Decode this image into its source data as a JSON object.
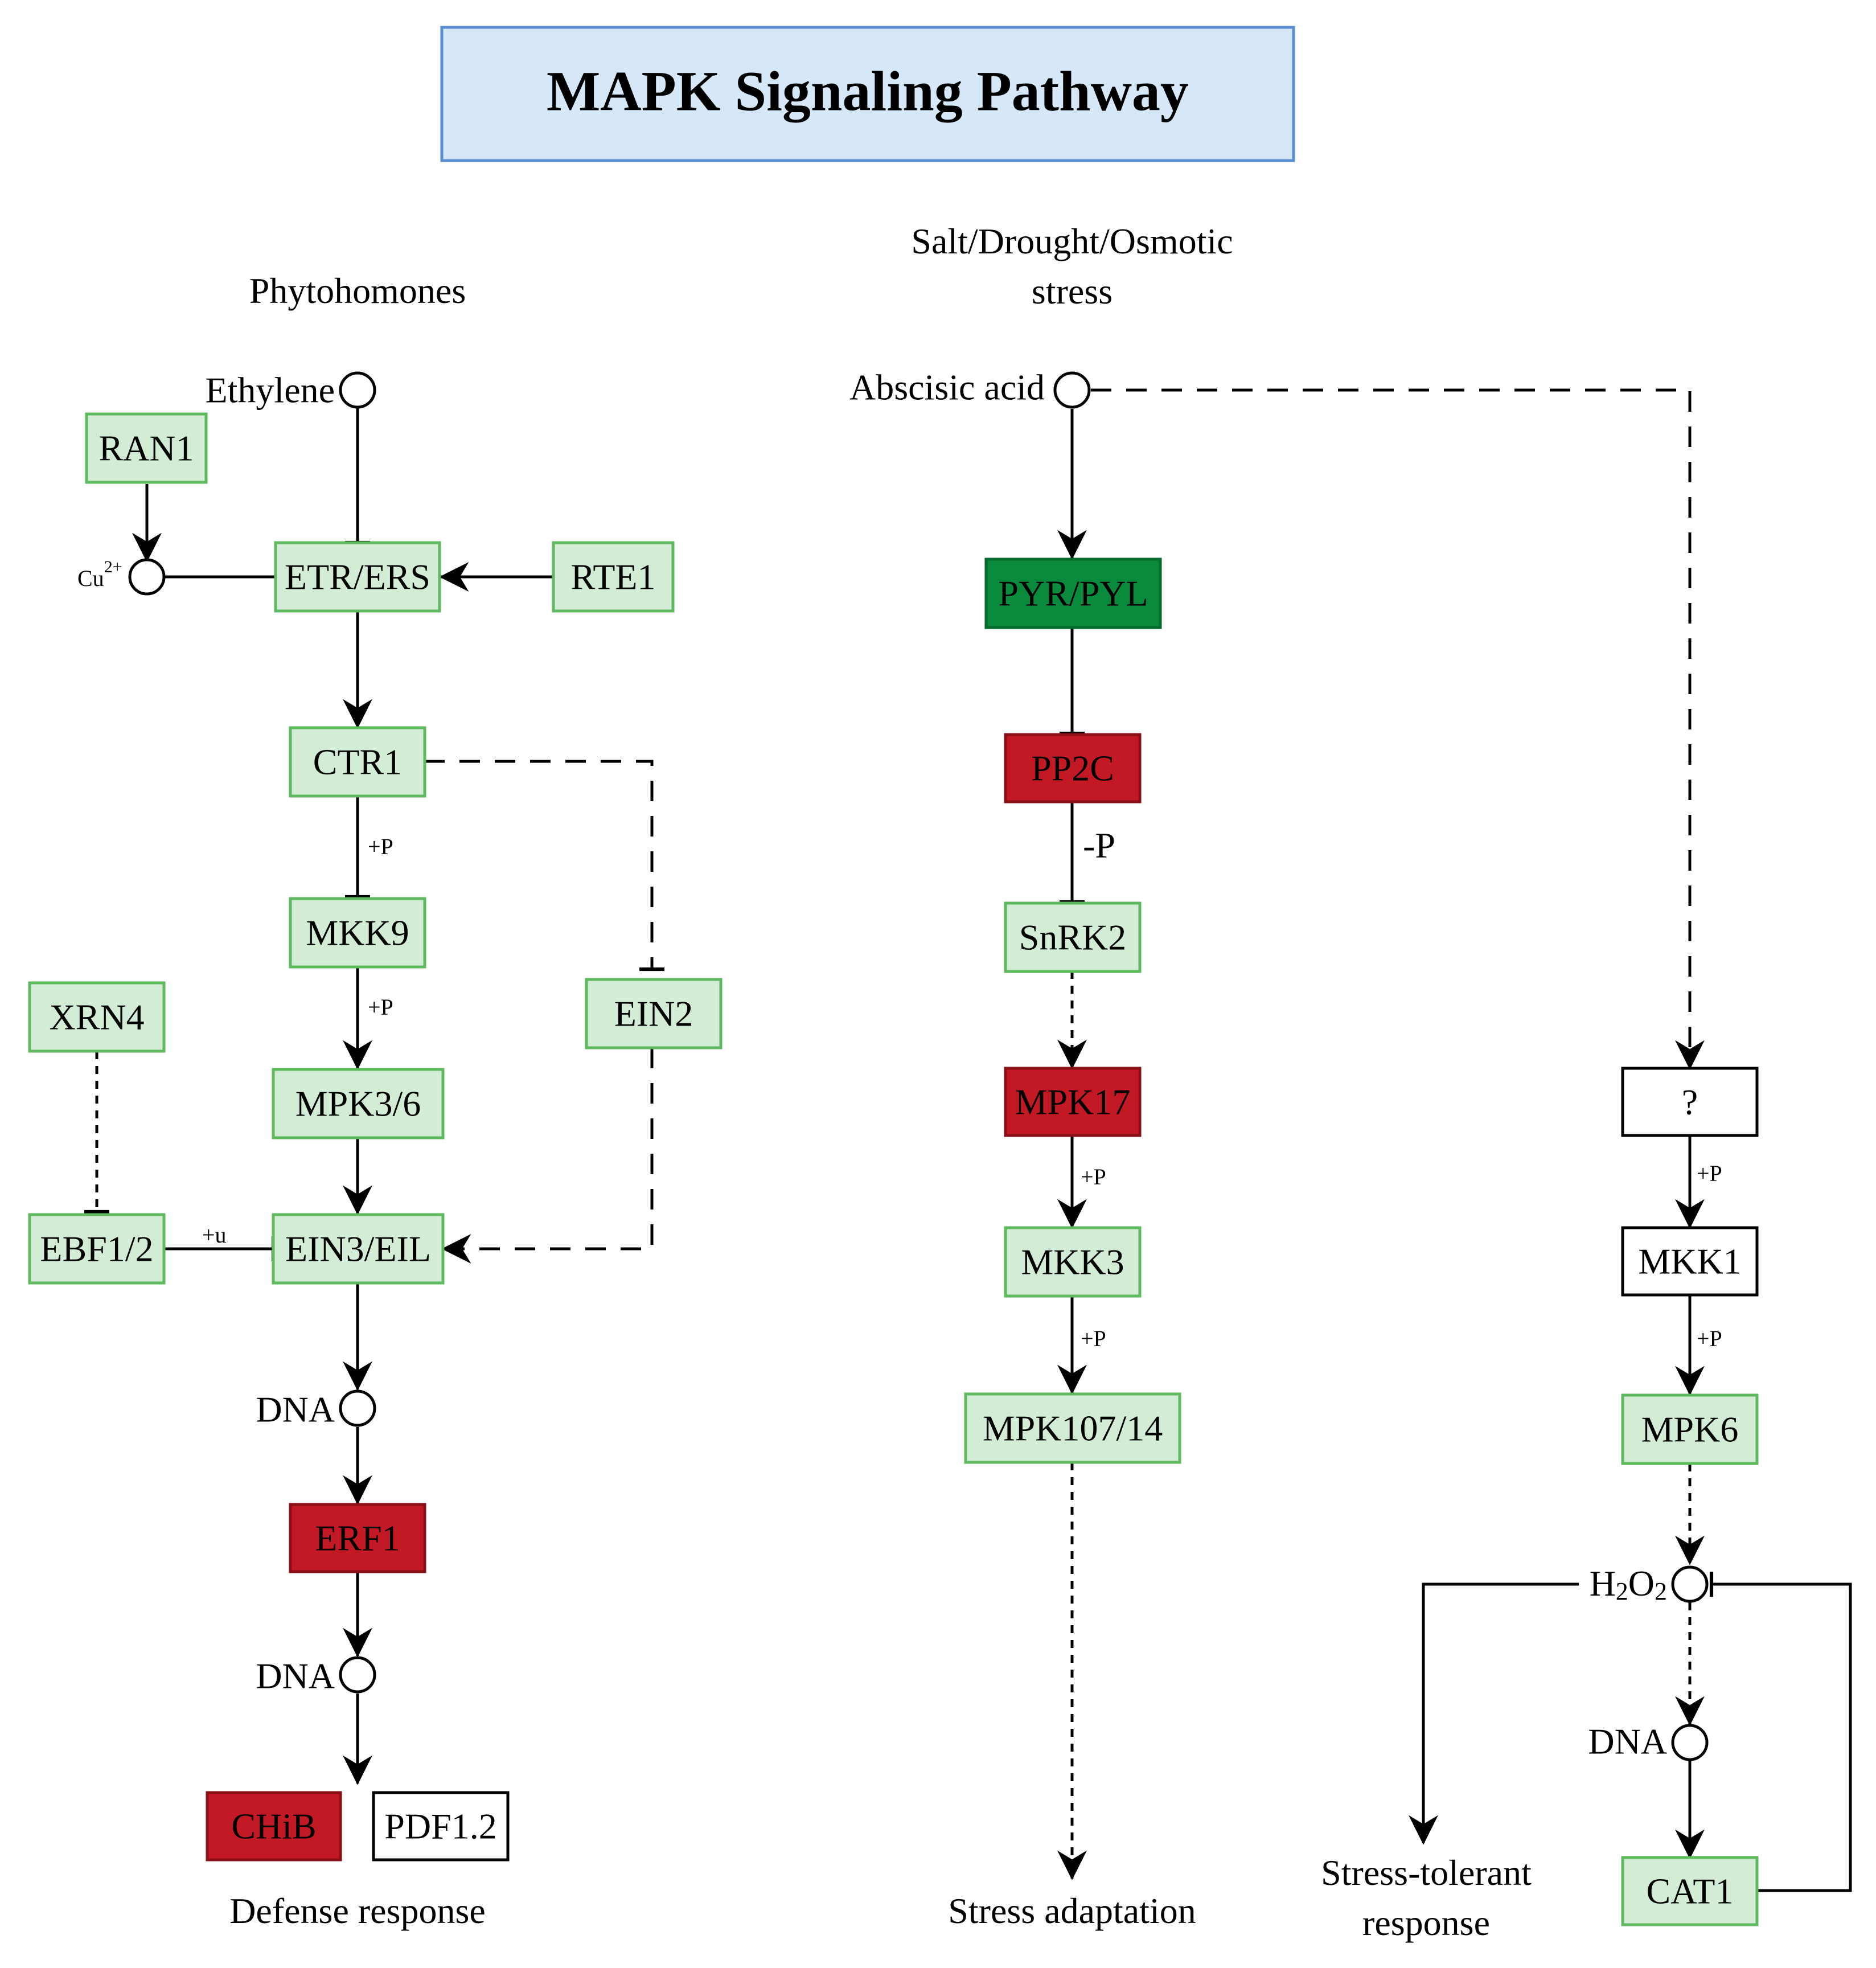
{
  "title": "MAPK Signaling Pathway",
  "colors": {
    "title_fill": "#d6e7f7",
    "title_stroke": "#5b8ed1",
    "light_green_fill": "#d3ecd6",
    "light_green_stroke": "#5fb95f",
    "dark_green": "#0a8a3c",
    "red": "#c21924",
    "red_stroke": "#8b0f17"
  },
  "stimuli": {
    "phytohormones": "Phytohomones",
    "salt_stress_line1": "Salt/Drought/Osmotic",
    "salt_stress_line2": "stress"
  },
  "compounds": {
    "ethylene": "Ethylene",
    "abscisic_acid": "Abscisic acid",
    "cu": "Cu",
    "cu_charge": "2+",
    "dna": "DNA",
    "h": "H",
    "o": "O",
    "sub2": "2"
  },
  "nodes": {
    "ran1": "RAN1",
    "etr_ers": "ETR/ERS",
    "rte1": "RTE1",
    "ctr1": "CTR1",
    "mkk9": "MKK9",
    "ein2": "EIN2",
    "xrn4": "XRN4",
    "mpk3_6": "MPK3/6",
    "ebf1_2": "EBF1/2",
    "ein3_eil": "EIN3/EIL",
    "erf1": "ERF1",
    "chib": "CHiB",
    "pdf1_2": "PDF1.2",
    "pyr_pyl": "PYR/PYL",
    "pp2c": "PP2C",
    "snrk2": "SnRK2",
    "mpk17": "MPK17",
    "mkk3": "MKK3",
    "mpk107_14": "MPK107/14",
    "unknown": "?",
    "mkk1": "MKK1",
    "mpk6": "MPK6",
    "cat1": "CAT1"
  },
  "edge_labels": {
    "plus_p": "+P",
    "minus_p": "-P",
    "plus_u": "+u"
  },
  "outcomes": {
    "defense": "Defense response",
    "stress_adaptation": "Stress adaptation",
    "stress_tolerant_line1": "Stress-tolerant",
    "stress_tolerant_line2": "response"
  }
}
